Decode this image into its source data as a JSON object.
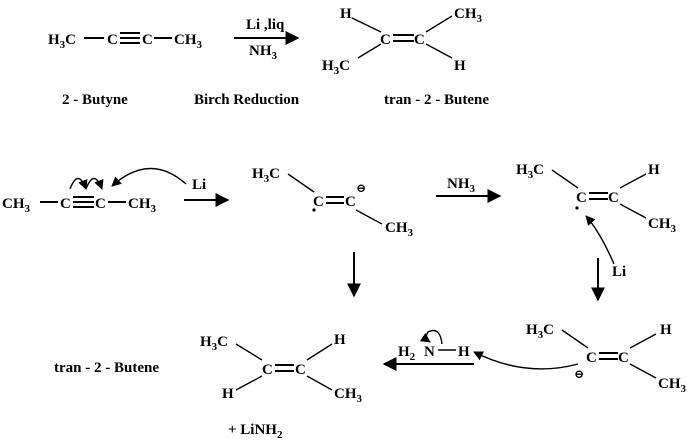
{
  "top": {
    "reactant": {
      "left": "H",
      "left_sub": "3",
      "mid": "C",
      "mid2": "C",
      "right": "CH",
      "right_sub": "3"
    },
    "reagent_top": "Li ,liq",
    "reagent_bottom_main": "NH",
    "reagent_bottom_sub": "3",
    "product": {
      "h_top_left": "H",
      "ch3_top_right": "CH",
      "ch3_sub": "3",
      "c1": "C",
      "c2": "C",
      "h3c_bottom_left": "H",
      "h3c_sub": "3",
      "h3c_c": "C",
      "h_bottom_right": "H"
    },
    "label_reactant": "2 - Butyne",
    "label_process": "Birch Reduction",
    "label_product": "tran - 2 - Butene"
  },
  "mech": {
    "step1_left": "CH",
    "step1_left_sub": "3",
    "step1_c1": "C",
    "step1_c2": "C",
    "step1_right": "CH",
    "step1_right_sub": "3",
    "li": "Li",
    "radical_anion": {
      "h3c": "H",
      "h3c_sub": "3",
      "h3c_c": "C",
      "c1": "C",
      "c2": "C",
      "ch3": "CH",
      "ch3_sub": "3",
      "charge": "⊖"
    },
    "nh3_main": "NH",
    "nh3_sub": "3",
    "vinyl_radical": {
      "h3c": "H",
      "h3c_sub": "3",
      "h3c_c": "C",
      "c1": "C",
      "c2": "C",
      "h": "H",
      "ch3": "CH",
      "ch3_sub": "3"
    },
    "li2": "Li",
    "vinyl_anion": {
      "h3c": "H",
      "h3c_sub": "3",
      "h3c_c": "C",
      "c1": "C",
      "c2": "C",
      "h": "H",
      "ch3": "CH",
      "ch3_sub": "3",
      "charge": "⊖"
    },
    "amine": {
      "h2": "H",
      "h2_sub": "2",
      "n": "N",
      "h": "H"
    },
    "final": {
      "h3c": "H",
      "h3c_sub": "3",
      "h3c_c": "C",
      "c1": "C",
      "c2": "C",
      "h_top": "H",
      "h_bottom": "H",
      "ch3": "CH",
      "ch3_sub": "3"
    },
    "final_label": "tran - 2 - Butene",
    "byproduct_main": "+  LiNH",
    "byproduct_sub": "2"
  }
}
